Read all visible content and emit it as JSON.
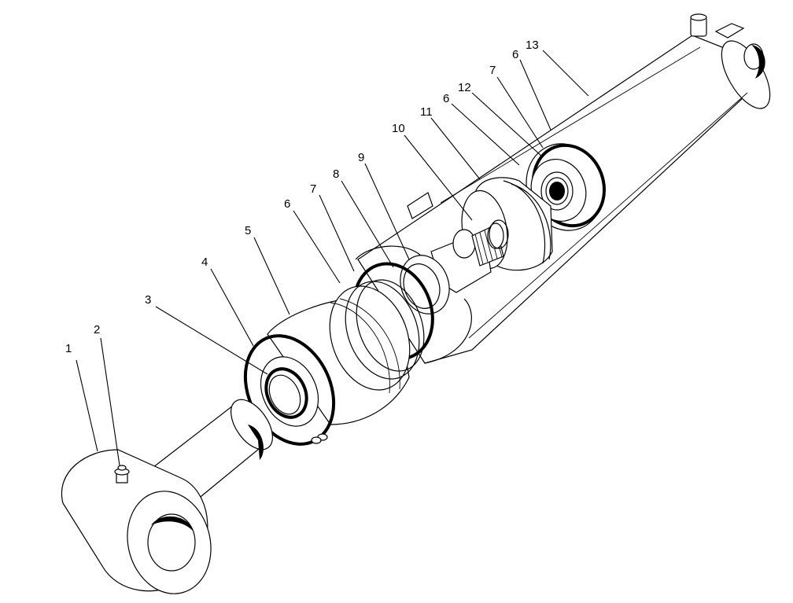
{
  "callouts": [
    {
      "id": "c1",
      "label": "1"
    },
    {
      "id": "c2",
      "label": "2"
    },
    {
      "id": "c3",
      "label": "3"
    },
    {
      "id": "c4",
      "label": "4"
    },
    {
      "id": "c5",
      "label": "5"
    },
    {
      "id": "c6a",
      "label": "6"
    },
    {
      "id": "c7a",
      "label": "7"
    },
    {
      "id": "c8",
      "label": "8"
    },
    {
      "id": "c9",
      "label": "9"
    },
    {
      "id": "c10",
      "label": "10"
    },
    {
      "id": "c11",
      "label": "11"
    },
    {
      "id": "c6b",
      "label": "6"
    },
    {
      "id": "c12",
      "label": "12"
    },
    {
      "id": "c7b",
      "label": "7"
    },
    {
      "id": "c6c",
      "label": "6"
    },
    {
      "id": "c13",
      "label": "13"
    }
  ]
}
